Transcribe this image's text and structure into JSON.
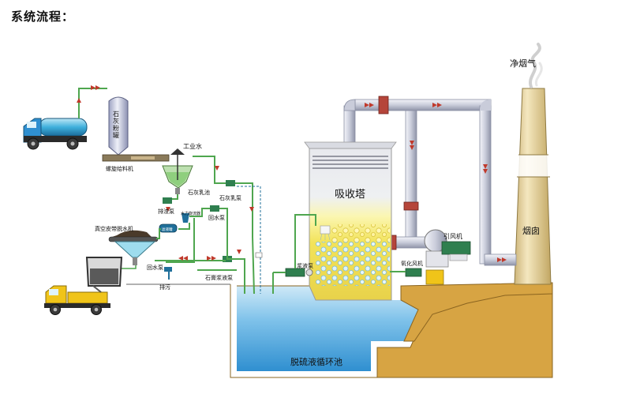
{
  "title": "系统流程：",
  "labels": {
    "lime_powder_tank": "石灰粉罐",
    "screw_feeder": "螺旋给料机",
    "industrial_water": "工业水",
    "lime_slurry_tank": "石灰乳池",
    "lime_slurry_pump": "石灰乳泵",
    "drain_pump": "排渣泵",
    "return_water_pump_upper": "回水泵",
    "hydrocyclone": "水力旋流器",
    "vacuum_belt_filter": "真空皮带脱水机",
    "filtrate_tank": "滤液罐",
    "return_water_pump_lower": "回水泵",
    "discharge": "排污",
    "gypsum_slurry_pump": "石膏浆液泵",
    "slurry_pump": "浆液泵",
    "absorption_tower": "吸收塔",
    "oxidation_fan": "氧化风机",
    "induced_fan": "引风机",
    "chimney": "烟囱",
    "clean_flue_gas": "净烟气",
    "circulation_tank": "脱硫液循环池"
  },
  "colors": {
    "pipe": "#d5d8e4",
    "pipe_edge": "#8a8fa3",
    "flow_arrow": "#c0392b",
    "tower_top": "#e7e8ec",
    "tower_mid": "#f6ef8a",
    "water": "#4aa3d8",
    "ground": "#d9a646",
    "chimney": "#e9d9a6",
    "truck_cab": "#2f8fd0",
    "truck_yellow": "#f0c419",
    "green_line": "#4fa64f"
  }
}
